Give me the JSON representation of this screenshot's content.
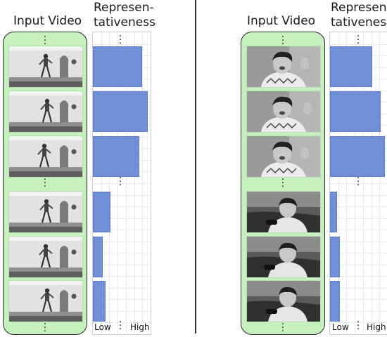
{
  "left_panel": {
    "input_label": "Input Video",
    "rep_label_line1": "Represen-",
    "rep_label_line2": "tativeness",
    "axis_low": "Low",
    "axis_high": "High",
    "frames": [
      {
        "scene": "dancer-wall"
      },
      {
        "scene": "dancer-wall"
      },
      {
        "scene": "dancer-wall"
      },
      {
        "scene": "dancer-wall"
      },
      {
        "scene": "dancer-wall"
      },
      {
        "scene": "dancer-wall"
      }
    ],
    "representativeness": [
      0.88,
      0.98,
      0.83,
      0.31,
      0.17,
      0.22
    ]
  },
  "right_panel": {
    "input_label": "Input Video",
    "rep_label_line1": "Represen-",
    "rep_label_line2": "tativeness",
    "axis_low": "Low",
    "axis_high": "High",
    "frames": [
      {
        "scene": "boy-talking"
      },
      {
        "scene": "boy-talking"
      },
      {
        "scene": "boy-talking"
      },
      {
        "scene": "boy-gaming"
      },
      {
        "scene": "boy-gaming"
      },
      {
        "scene": "boy-gaming"
      }
    ],
    "representativeness": [
      0.75,
      0.9,
      0.97,
      0.12,
      0.18,
      0.17
    ]
  },
  "colors": {
    "video_bg": "#c7f0bf",
    "bar": "#6f8fd6",
    "grid": "#e4e8ef"
  }
}
